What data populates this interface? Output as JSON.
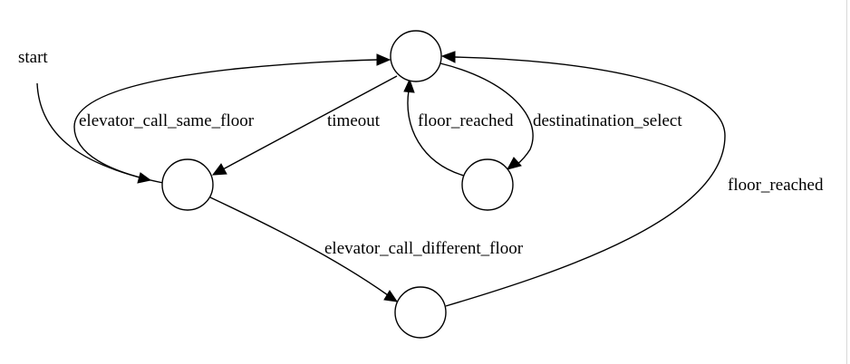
{
  "diagram": {
    "type": "state-machine",
    "colors": {
      "stroke": "#000000",
      "node_fill": "#ffffff",
      "background": "#ffffff"
    },
    "nodes": [
      {
        "id": "s_top",
        "label": ""
      },
      {
        "id": "s_left",
        "label": ""
      },
      {
        "id": "s_right",
        "label": ""
      },
      {
        "id": "s_bottom",
        "label": ""
      }
    ],
    "labels": {
      "start": "start",
      "elevator_call_same_floor": "elevator_call_same_floor",
      "timeout": "timeout",
      "floor_reached_inner": "floor_reached",
      "destination_select": "destinatination_select",
      "floor_reached_outer": "floor_reached",
      "elevator_call_different_floor": "elevator_call_different_floor"
    },
    "edges": [
      {
        "from": "start",
        "to": "s_left",
        "label": ""
      },
      {
        "from": "s_left",
        "to": "s_top",
        "label": "elevator_call_same_floor"
      },
      {
        "from": "s_top",
        "to": "s_left",
        "label": "timeout"
      },
      {
        "from": "s_top",
        "to": "s_right",
        "label": "destinatination_select"
      },
      {
        "from": "s_right",
        "to": "s_top",
        "label": "floor_reached"
      },
      {
        "from": "s_left",
        "to": "s_bottom",
        "label": "elevator_call_different_floor"
      },
      {
        "from": "s_bottom",
        "to": "s_top",
        "label": "floor_reached"
      }
    ]
  }
}
